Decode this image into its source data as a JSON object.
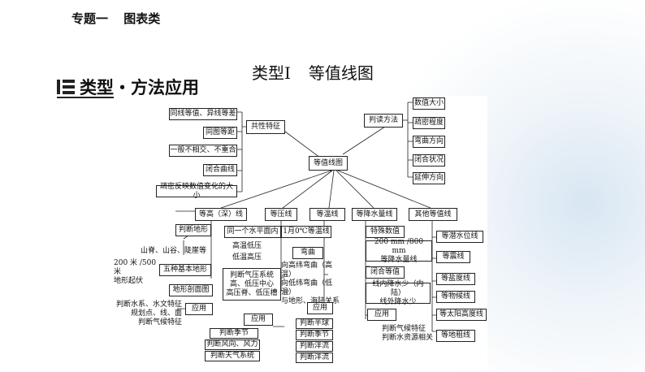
{
  "header": {
    "topic": "专题一",
    "name": "图表类"
  },
  "title": {
    "type": "类型Ⅰ",
    "name": "等值线图"
  },
  "section": {
    "label": "类型・方法应用"
  },
  "diagram": {
    "center": "等值线图",
    "common": {
      "label": "共性特征",
      "items": [
        "同线等值、异线等差",
        "同图等距",
        "一般不相交、不重合",
        "闭合曲线",
        "疏密反映数值变化的大小"
      ]
    },
    "reading": {
      "label": "判读方法",
      "items": [
        "数值大小",
        "疏密程度",
        "弯曲方向",
        "闭合状况",
        "延伸方向"
      ]
    },
    "contour": {
      "label": "等高（深）线",
      "landform": "判断地形",
      "landform_types": "山脊、山谷、陡崖等",
      "basic": "五种基本地形",
      "basic_note": "200 米 /500 米\n地形起伏",
      "profile": "地形剖面图",
      "apply": "应用",
      "apply_items": "判断水系、水文特征\n规划点、线、面\n判断气候特征"
    },
    "isobar": {
      "label": "等压线",
      "same_plane": "同一个水平面内",
      "high": "高温低压",
      "low": "低温高压",
      "system": "判断气压系统\n高、低压中心\n高压脊、低压槽",
      "apply": "应用",
      "apply_items": [
        "判断季节",
        "判断风向、风力",
        "判断天气系统"
      ]
    },
    "isotherm": {
      "label": "等温线",
      "jan": "1月0℃等温线",
      "bend": "弯曲",
      "bend_items": "向高纬弯曲（高温）\n向低纬弯曲（低温）\n与地形、海陆关系",
      "apply": "应用",
      "apply_items": [
        "判断半球",
        "判断季节",
        "判断洋流",
        "判断洋流"
      ]
    },
    "precip": {
      "label": "等降水量线",
      "feature": "特殊数值",
      "feature_items": "200 mm /800 mm\n等降水量线",
      "closed": "闭合等值",
      "closed_items": "线内降水少（内陆）\n线外降水少",
      "apply": "应用",
      "apply_items": "判断气候特征\n判断水资源相关"
    },
    "other": {
      "label": "其他等值线",
      "items": [
        "等潜水位线",
        "等震线",
        "等盐度线",
        "等物候线",
        "等太阳高度线",
        "等地租线"
      ]
    }
  }
}
